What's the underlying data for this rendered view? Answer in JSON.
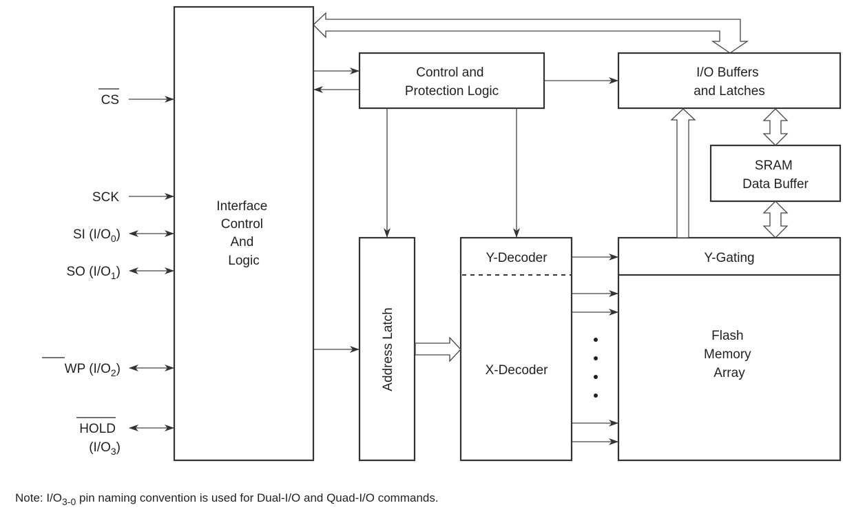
{
  "diagram": {
    "pins": [
      {
        "id": "cs",
        "name": "CS",
        "active_low": true,
        "io": "",
        "direction": "in"
      },
      {
        "id": "sck",
        "name": "SCK",
        "active_low": false,
        "io": "",
        "direction": "in"
      },
      {
        "id": "si",
        "name": "SI (I/O",
        "io_sub": "0",
        "suffix": ")",
        "active_low": false,
        "direction": "bidirectional"
      },
      {
        "id": "so",
        "name": "SO (I/O",
        "io_sub": "1",
        "suffix": ")",
        "active_low": false,
        "direction": "bidirectional"
      },
      {
        "id": "wp",
        "name": "WP",
        "rest": " (I/O",
        "io_sub": "2",
        "suffix": ")",
        "active_low": true,
        "direction": "bidirectional"
      },
      {
        "id": "hold",
        "name": "HOLD",
        "line2": "(I/O",
        "io_sub": "3",
        "suffix": ")",
        "active_low": true,
        "direction": "bidirectional"
      }
    ],
    "blocks": {
      "interface": {
        "lines": [
          "Interface",
          "Control",
          "And",
          "Logic"
        ]
      },
      "control": {
        "lines": [
          "Control and",
          "Protection Logic"
        ]
      },
      "io_buffers": {
        "lines": [
          "I/O Buffers",
          "and Latches"
        ]
      },
      "sram": {
        "lines": [
          "SRAM",
          "Data Buffer"
        ]
      },
      "address_latch": {
        "label": "Address Latch"
      },
      "y_decoder": {
        "label": "Y-Decoder"
      },
      "x_decoder": {
        "label": "X-Decoder"
      },
      "y_gating": {
        "label": "Y-Gating"
      },
      "flash": {
        "lines": [
          "Flash",
          "Memory",
          "Array"
        ]
      }
    },
    "note": {
      "prefix": "Note:  I/O",
      "sub": "3-0",
      "suffix": " pin naming convention is used for Dual-I/O and Quad-I/O commands."
    }
  }
}
